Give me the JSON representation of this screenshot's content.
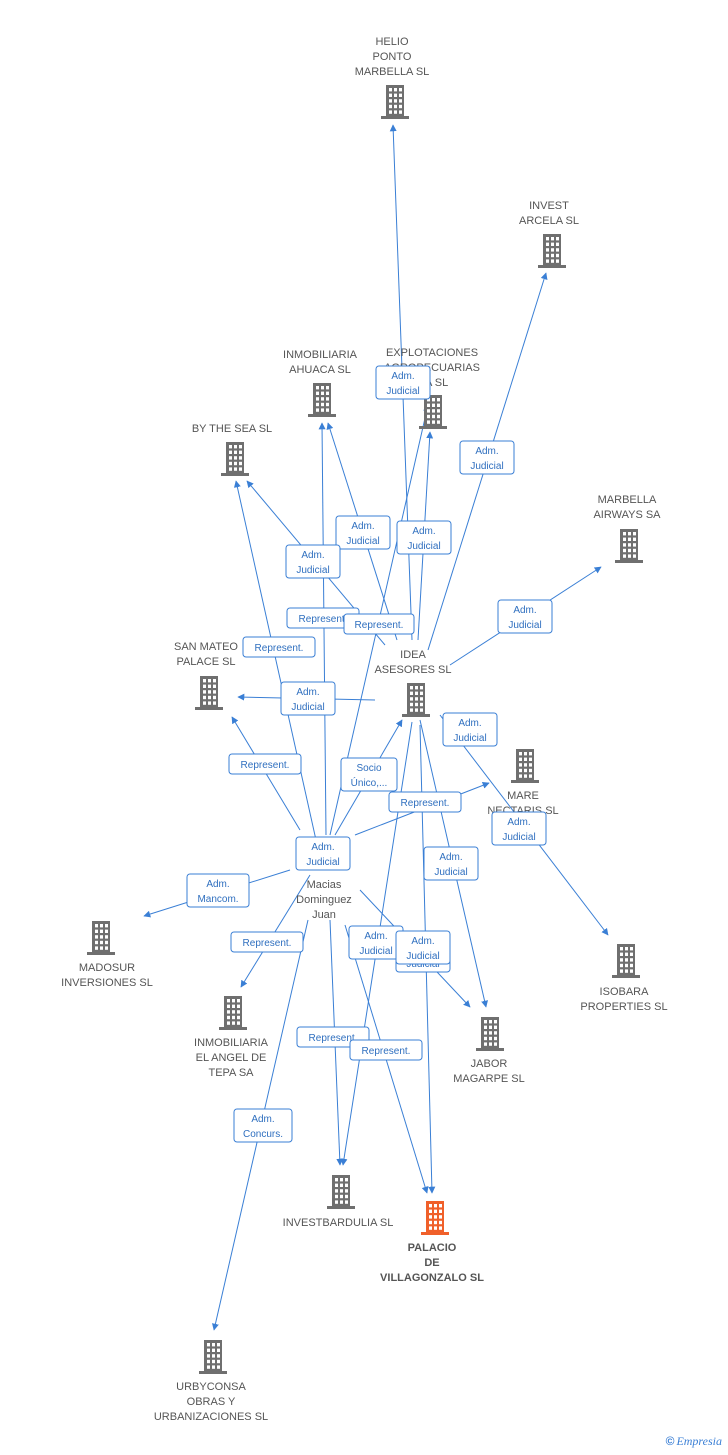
{
  "colors": {
    "edge": "#3a7fd5",
    "company": "#6f6f6f",
    "target": "#f0602a"
  },
  "nodes": [
    {
      "id": "helio",
      "type": "company",
      "lines": [
        "HELIO",
        "PONTO",
        "MARBELLA SL"
      ]
    },
    {
      "id": "invest_arcela",
      "type": "company",
      "lines": [
        "INVEST",
        "ARCELA SL"
      ]
    },
    {
      "id": "ahuaca",
      "type": "company",
      "lines": [
        "INMOBILIARIA",
        "AHUACA SL"
      ]
    },
    {
      "id": "explotaciones",
      "type": "company",
      "lines": [
        "EXPLOTACIONES",
        "AGROPECUARIAS",
        "...A SL"
      ]
    },
    {
      "id": "bythesea",
      "type": "company",
      "lines": [
        "BY THE SEA SL"
      ]
    },
    {
      "id": "marbella_airways",
      "type": "company",
      "lines": [
        "MARBELLA",
        "AIRWAYS SA"
      ]
    },
    {
      "id": "san_mateo",
      "type": "company",
      "lines": [
        "SAN MATEO",
        "PALACE SL"
      ]
    },
    {
      "id": "idea",
      "type": "company",
      "lines": [
        "IDEA",
        "ASESORES SL"
      ]
    },
    {
      "id": "mare",
      "type": "company",
      "lines": [
        "MARE",
        "NECTARIS SL"
      ]
    },
    {
      "id": "macias",
      "type": "person",
      "lines": [
        "Macias",
        "Dominguez",
        "Juan"
      ]
    },
    {
      "id": "madosur",
      "type": "company",
      "lines": [
        "MADOSUR",
        "INVERSIONES SL"
      ]
    },
    {
      "id": "isobara",
      "type": "company",
      "lines": [
        "ISOBARA",
        "PROPERTIES SL"
      ]
    },
    {
      "id": "el_angel",
      "type": "company",
      "lines": [
        "INMOBILIARIA",
        "EL ANGEL DE",
        "TEPA SA"
      ]
    },
    {
      "id": "jabor",
      "type": "company",
      "lines": [
        "JABOR",
        "MAGARPE SL"
      ]
    },
    {
      "id": "investbardulia",
      "type": "company",
      "lines": [
        "INVESTBARDULIA SL"
      ]
    },
    {
      "id": "palacio",
      "type": "target",
      "lines": [
        "PALACIO",
        "DE",
        "VILLAGONZALO SL"
      ]
    },
    {
      "id": "urbyconsa",
      "type": "company",
      "lines": [
        "URBYCONSA",
        "OBRAS Y",
        "URBANIZACIONES SL"
      ]
    }
  ],
  "edges": [
    {
      "from": "idea",
      "to": "helio"
    },
    {
      "from": "idea",
      "to": "invest_arcela"
    },
    {
      "from": "idea",
      "to": "explotaciones"
    },
    {
      "from": "idea",
      "to": "ahuaca"
    },
    {
      "from": "idea",
      "to": "bythesea"
    },
    {
      "from": "idea",
      "to": "marbella_airways"
    },
    {
      "from": "idea",
      "to": "san_mateo"
    },
    {
      "from": "idea",
      "to": "isobara"
    },
    {
      "from": "idea",
      "to": "jabor"
    },
    {
      "from": "idea",
      "to": "palacio"
    },
    {
      "from": "idea",
      "to": "investbardulia"
    },
    {
      "from": "macias",
      "to": "explotaciones"
    },
    {
      "from": "macias",
      "to": "ahuaca"
    },
    {
      "from": "macias",
      "to": "bythesea"
    },
    {
      "from": "macias",
      "to": "san_mateo"
    },
    {
      "from": "macias",
      "to": "idea"
    },
    {
      "from": "macias",
      "to": "mare"
    },
    {
      "from": "macias",
      "to": "madosur"
    },
    {
      "from": "macias",
      "to": "el_angel"
    },
    {
      "from": "macias",
      "to": "jabor"
    },
    {
      "from": "macias",
      "to": "investbardulia"
    },
    {
      "from": "macias",
      "to": "palacio"
    },
    {
      "from": "macias",
      "to": "urbyconsa"
    }
  ],
  "edge_labels": [
    {
      "lines": [
        "Adm.",
        "Judicial"
      ]
    },
    {
      "lines": [
        "Adm.",
        "Judicial"
      ]
    },
    {
      "lines": [
        "Adm.",
        "Judicial"
      ]
    },
    {
      "lines": [
        "Adm.",
        "Judicial"
      ]
    },
    {
      "lines": [
        "Adm.",
        "Judicial"
      ]
    },
    {
      "lines": [
        "Represent."
      ]
    },
    {
      "lines": [
        "Represent."
      ]
    },
    {
      "lines": [
        "Adm.",
        "Judicial"
      ]
    },
    {
      "lines": [
        "Represent."
      ]
    },
    {
      "lines": [
        "Adm.",
        "Judicial"
      ]
    },
    {
      "lines": [
        "Adm.",
        "Judicial"
      ]
    },
    {
      "lines": [
        "Represent."
      ]
    },
    {
      "lines": [
        "Socio",
        "Único,..."
      ]
    },
    {
      "lines": [
        "Represent."
      ]
    },
    {
      "lines": [
        "Adm.",
        "Judicial"
      ]
    },
    {
      "lines": [
        "Adm.",
        "Judicial"
      ]
    },
    {
      "lines": [
        "Adm.",
        "Judicial"
      ]
    },
    {
      "lines": [
        "Adm.",
        "Mancom."
      ]
    },
    {
      "lines": [
        "Represent."
      ]
    },
    {
      "lines": [
        "Adm.",
        "Judicial"
      ]
    },
    {
      "lines": [
        "Adm.",
        "Judicial"
      ]
    },
    {
      "lines": [
        "Represent."
      ]
    },
    {
      "lines": [
        "Represent."
      ]
    },
    {
      "lines": [
        "Adm.",
        "Concurs."
      ]
    },
    {
      "lines": [
        "Adm.",
        "Judicial"
      ]
    }
  ],
  "footer": {
    "copyright": "©",
    "brand": "Empresia"
  }
}
